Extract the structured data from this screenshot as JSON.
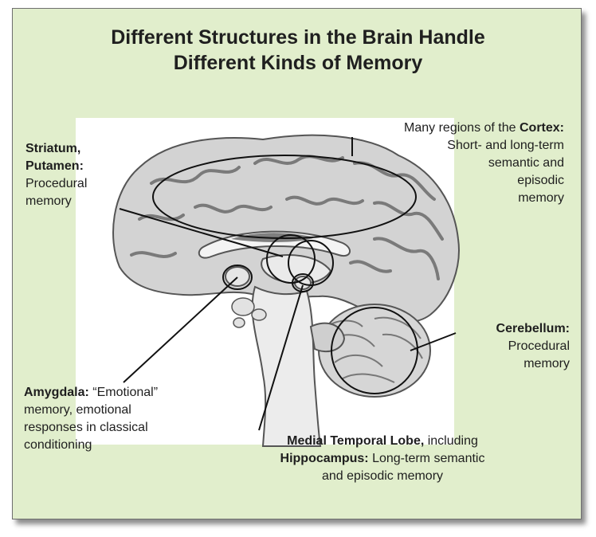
{
  "title_line1": "Different Structures in the Brain Handle",
  "title_line2": "Different Kinds of Memory",
  "striatum": {
    "name_line1": "Striatum,",
    "name_line2": "Putamen:",
    "desc_line1": "Procedural",
    "desc_line2": "memory"
  },
  "cortex": {
    "prefix": "Many regions of the ",
    "name": "Cortex:",
    "desc_line1": "Short- and long-term",
    "desc_line2": "semantic and",
    "desc_line3": "episodic",
    "desc_line4": "memory"
  },
  "cerebellum": {
    "name": "Cerebellum:",
    "desc_line1": "Procedural",
    "desc_line2": "memory"
  },
  "amygdala": {
    "name": "Amygdala:",
    "desc_line1_rest": " “Emotional”",
    "desc_line2": "memory, emotional",
    "desc_line3": "responses in classical",
    "desc_line4": "conditioning"
  },
  "medial_temporal": {
    "name": "Medial Temporal Lobe,",
    "name_rest": " including",
    "hippo": "Hippocampus:",
    "hippo_rest": " Long-term semantic",
    "line3": "and episodic memory"
  }
}
